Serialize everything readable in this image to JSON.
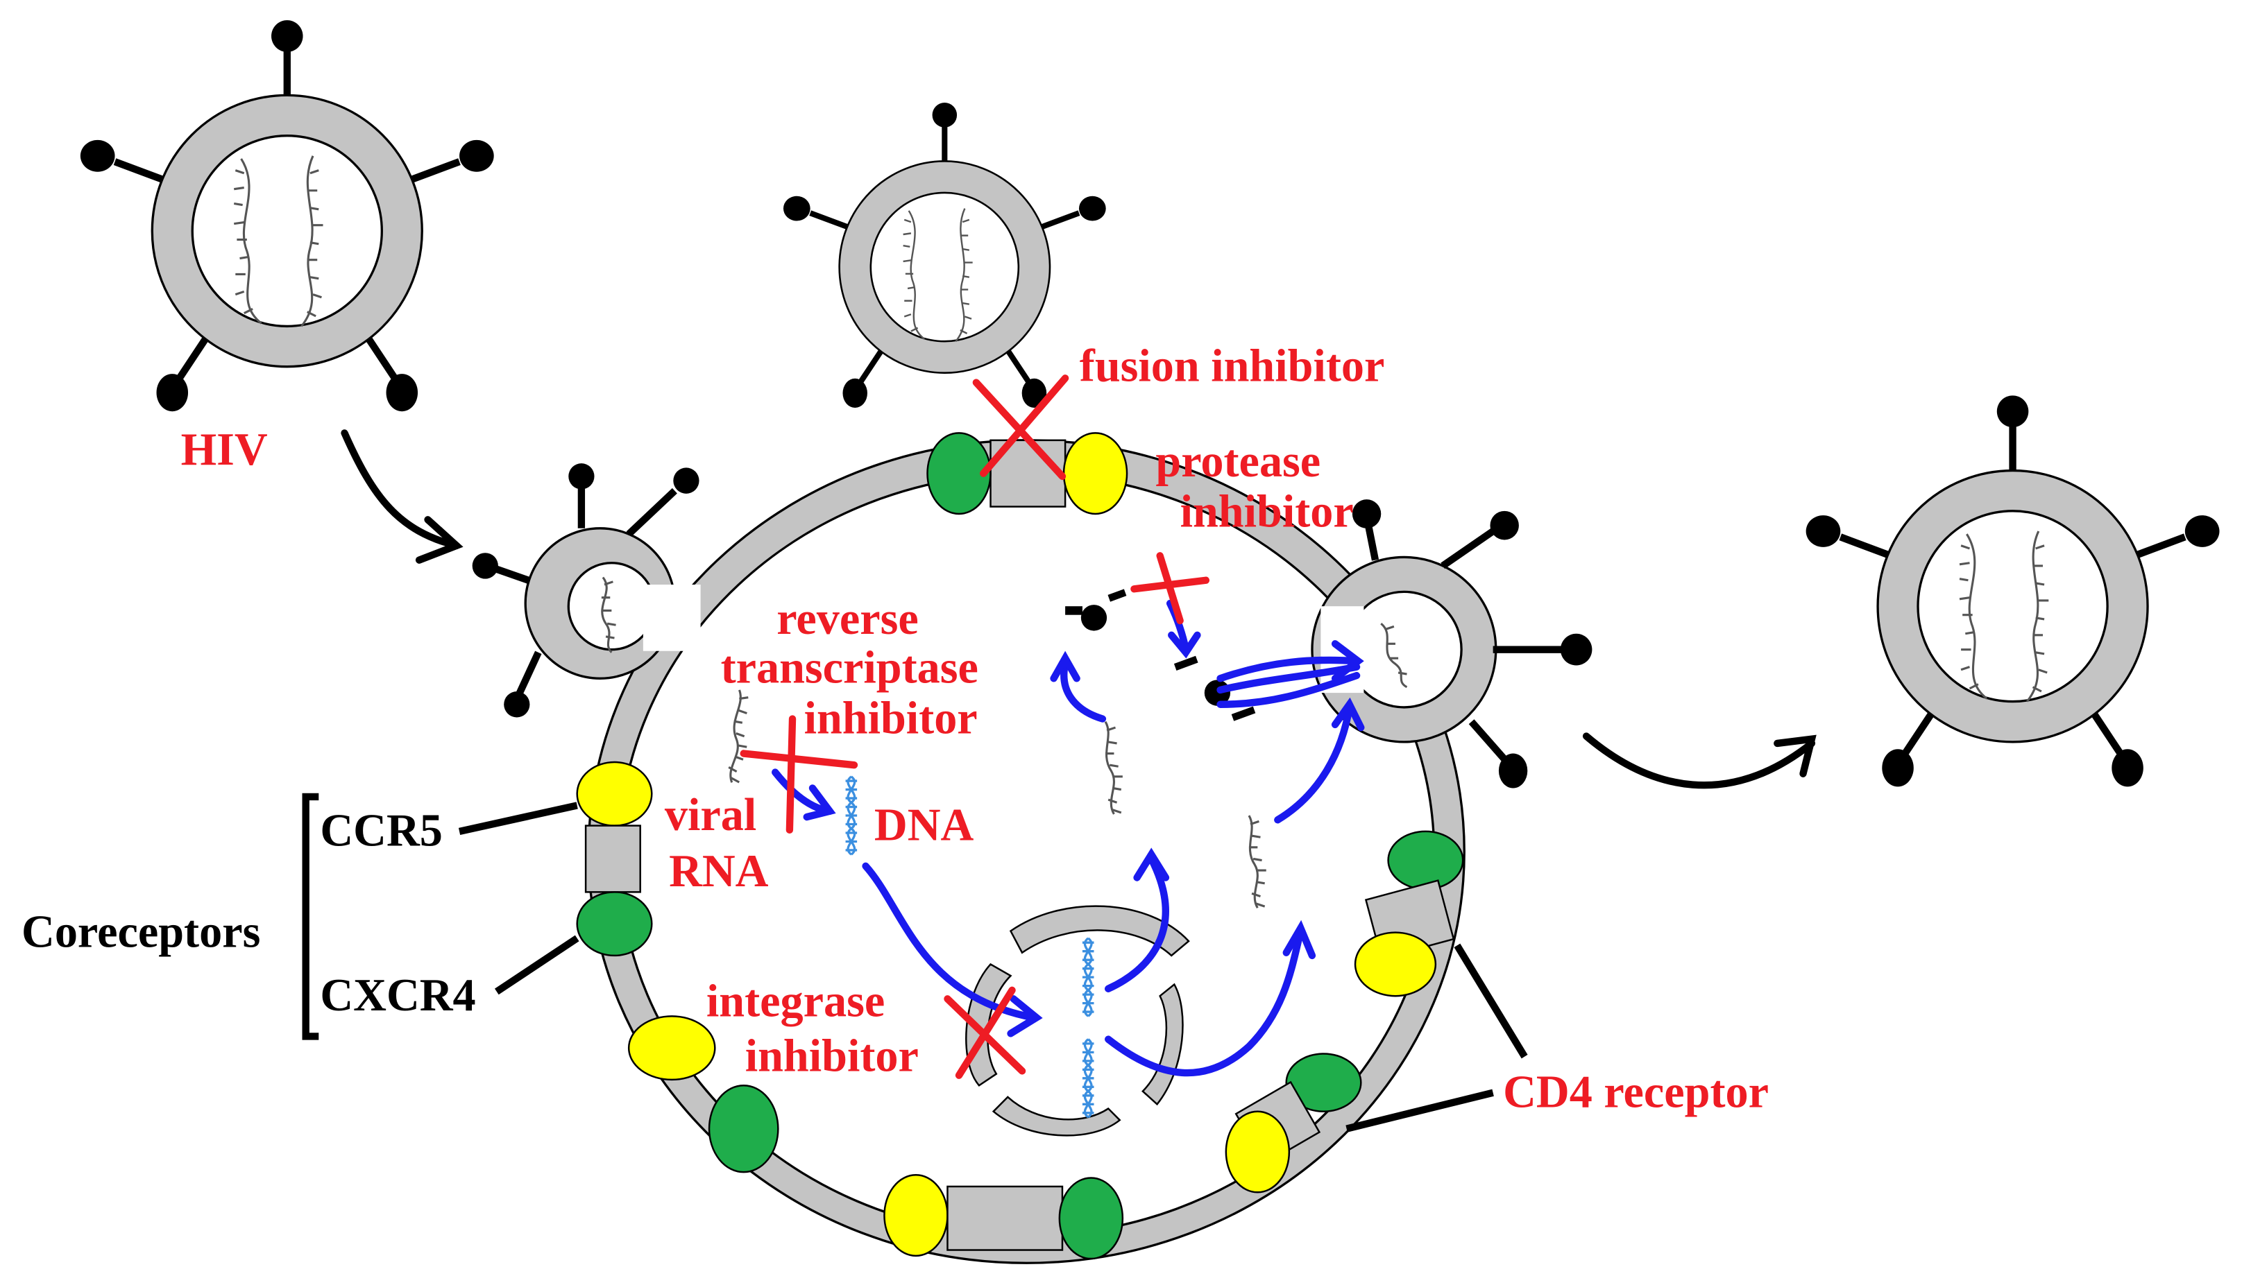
{
  "labels": {
    "hiv": "HIV",
    "fusion_inhibitor": "fusion inhibitor",
    "protease_inhibitor_line1": "protease",
    "protease_inhibitor_line2": "inhibitor",
    "rt_inhibitor_line1": "reverse",
    "rt_inhibitor_line2": "transcriptase",
    "rt_inhibitor_line3": "inhibitor",
    "viral_rna_line1": "viral",
    "viral_rna_line2": "RNA",
    "dna": "DNA",
    "integrase_inhibitor_line1": "integrase",
    "integrase_inhibitor_line2": "inhibitor",
    "ccr5": "CCR5",
    "cxcr4": "CXCR4",
    "coreceptors": "Coreceptors",
    "cd4_receptor": "CD4 receptor"
  },
  "colors": {
    "label_red": "#ee1c24",
    "label_black": "#000000",
    "ccr5_yellow": "#ffff00",
    "cxcr4_green": "#1fad4b",
    "membrane_gray": "#c4c4c4",
    "process_arrow_blue": "#1a1aee",
    "dna_blue": "#3b8fe0"
  }
}
